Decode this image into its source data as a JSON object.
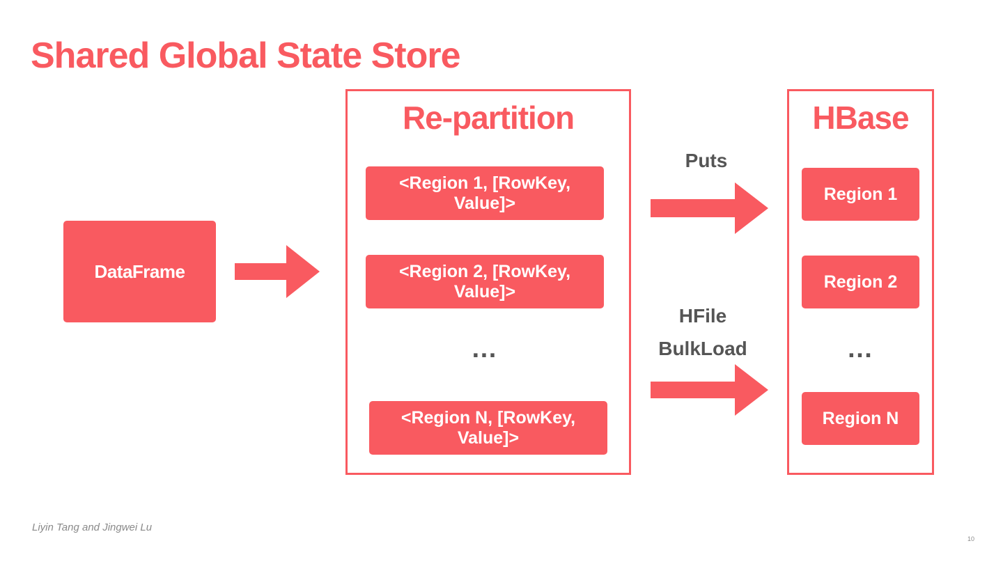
{
  "title": "Shared Global State Store",
  "dataframe": {
    "label": "DataFrame"
  },
  "repartition": {
    "title": "Re-partition",
    "items": [
      {
        "line1": "<Region 1, [RowKey,",
        "line2": "Value]>"
      },
      {
        "line1": "<Region 2, [RowKey,",
        "line2": "Value]>"
      },
      {
        "line1": "<Region N, [RowKey,",
        "line2": "Value]>"
      }
    ],
    "ellipsis": "…"
  },
  "puts": {
    "label": "Puts"
  },
  "bulkload": {
    "line1": "HFile",
    "line2": "BulkLoad"
  },
  "hbase": {
    "title": "HBase",
    "regions": [
      "Region 1",
      "Region 2",
      "Region N"
    ],
    "ellipsis": "…"
  },
  "footer": {
    "authors": "Liyin Tang and Jingwei Lu",
    "page_number": "10"
  },
  "colors": {
    "accent": "#f95a60",
    "label_gray": "#555555",
    "footer_gray": "#8a8a8a",
    "background": "#ffffff"
  }
}
